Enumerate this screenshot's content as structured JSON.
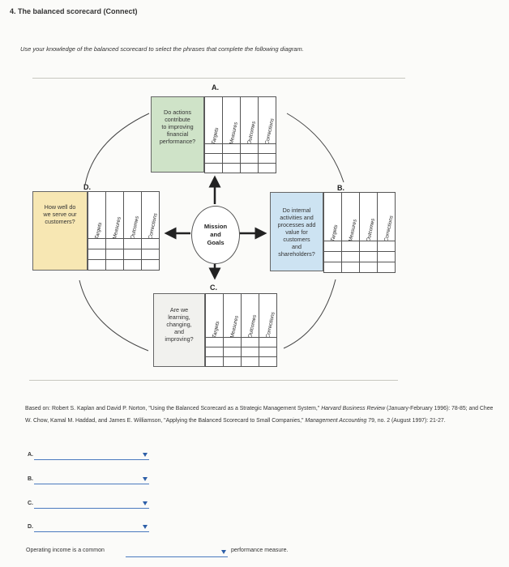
{
  "question_title": "4. The balanced scorecard (Connect)",
  "instructions": "Use your knowledge of the balanced scorecard to select the phrases that complete the following diagram.",
  "diagram": {
    "center_lines": [
      "Mission",
      "and",
      "Goals"
    ],
    "column_headers": [
      "Targets",
      "Measures",
      "Outcomes",
      "Corrections"
    ],
    "top": {
      "letter": "A.",
      "lines": [
        "Do actions",
        "contribute",
        "to improving",
        "financial",
        "performance?"
      ]
    },
    "right": {
      "letter": "B.",
      "lines": [
        "Do internal",
        "activities and",
        "processes add",
        "value for",
        "customers",
        "and",
        "shareholders?"
      ]
    },
    "bottom": {
      "letter": "C.",
      "lines": [
        "Are we",
        "learning,",
        "changing,",
        "and",
        "improving?"
      ]
    },
    "left": {
      "letter": "D.",
      "lines": [
        "How well do",
        "we serve our",
        "customers?"
      ]
    },
    "colors": {
      "top_box": "#cfe3c8",
      "right_box": "#cde3f2",
      "left_box": "#f7e7b3",
      "bottom_box": "#f1f1ee"
    }
  },
  "source": {
    "prefix": "Based on: Robert S. Kaplan and David P. Norton, \"Using the Balanced Scorecard as a Strategic Management System,\" ",
    "journal1": "Harvard Business Review",
    "middle": " (January-February 1996): 78-85; and Chee W. Chow, Kamal M. Haddad, and James E. Williamson, \"Applying the Balanced Scorecard to Small Companies,\" ",
    "journal2": "Management Accounting",
    "suffix": " 79, no. 2 (August 1997): 21-27."
  },
  "answers": [
    {
      "label": "A.",
      "value": ""
    },
    {
      "label": "B.",
      "value": ""
    },
    {
      "label": "C.",
      "value": ""
    },
    {
      "label": "D.",
      "value": ""
    }
  ],
  "final_sentence": {
    "before": "Operating income is a common",
    "value": "",
    "after": "performance measure."
  }
}
